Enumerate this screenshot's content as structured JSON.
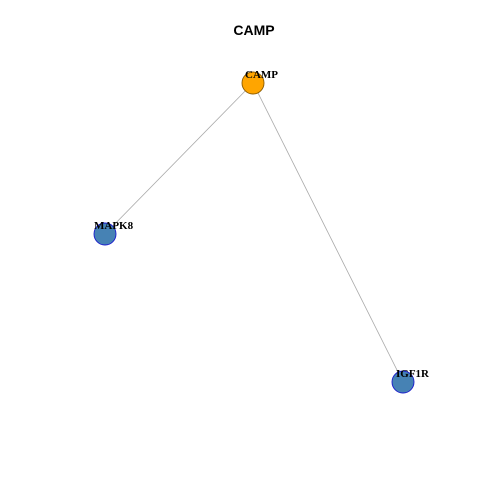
{
  "title": "CAMP",
  "colors": {
    "hub_fill": "#ffa500",
    "hub_stroke": "#8a5a00",
    "node_fill": "#4682b4",
    "node_stroke": "#1a1acd",
    "edge": "#a9a9a9"
  },
  "nodes": [
    {
      "id": "CAMP",
      "label": "CAMP",
      "role": "hub"
    },
    {
      "id": "MAPK8",
      "label": "MAPK8",
      "role": "neighbor"
    },
    {
      "id": "IGF1R",
      "label": "IGF1R",
      "role": "neighbor"
    }
  ],
  "edges": [
    {
      "source": "CAMP",
      "target": "MAPK8"
    },
    {
      "source": "CAMP",
      "target": "IGF1R"
    }
  ]
}
